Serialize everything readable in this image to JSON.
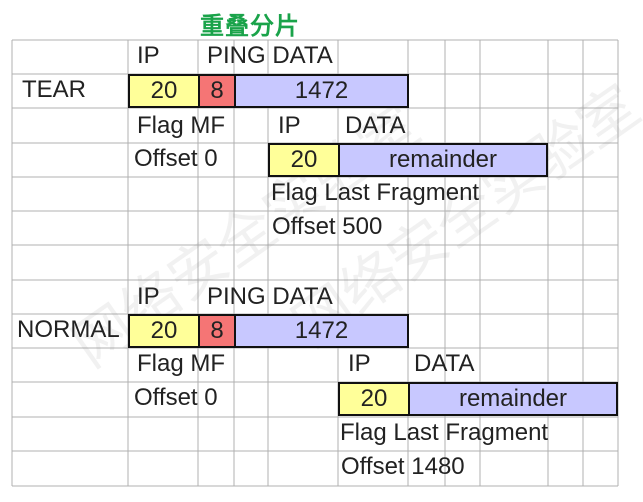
{
  "title": "重叠分片",
  "watermark": "网络安全实验室",
  "tear": {
    "row_label": "TEAR",
    "frag1": {
      "ip_header": "IP",
      "ping_header": "PING DATA",
      "ip_value": "20",
      "icmp_value": "8",
      "data_value": "1472",
      "flag": "Flag MF",
      "offset": "Offset 0"
    },
    "frag2": {
      "ip_header": "IP",
      "data_header": "DATA",
      "ip_value": "20",
      "data_value": "remainder",
      "flag": "Flag Last Fragment",
      "offset": "Offset 500"
    }
  },
  "normal": {
    "row_label": "NORMAL",
    "frag1": {
      "ip_header": "IP",
      "ping_header": "PING DATA",
      "ip_value": "20",
      "icmp_value": "8",
      "data_value": "1472",
      "flag": "Flag MF",
      "offset": "Offset 0"
    },
    "frag2": {
      "ip_header": "IP",
      "data_header": "DATA",
      "ip_value": "20",
      "data_value": "remainder",
      "flag": "Flag Last Fragment",
      "offset": "Offset 1480"
    }
  },
  "colors": {
    "ip": "#ffff99",
    "icmp": "#f57575",
    "data": "#c8c8ff",
    "title": "#1aa34a",
    "grid": "#b0b0b0"
  }
}
